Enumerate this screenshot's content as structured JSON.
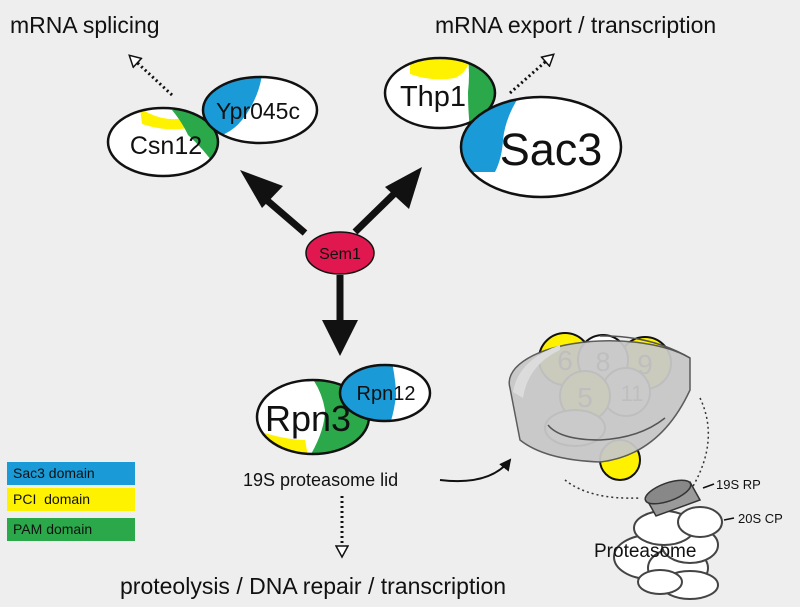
{
  "headings": {
    "splicing": "mRNA splicing",
    "export": "mRNA export / transcription",
    "proteolysis": "proteolysis / DNA repair / transcription"
  },
  "proteins": {
    "csn12": "Csn12",
    "ypr045c": "Ypr045c",
    "thp1": "Thp1",
    "sac3": "Sac3",
    "sem1": "Sem1",
    "rpn3": "Rpn3",
    "rpn12": "Rpn12"
  },
  "lid_label": "19S proteasome lid",
  "proteasome": {
    "label": "Proteasome",
    "rp_label": "19S RP",
    "cp_label": "20S CP",
    "subunits": [
      "6",
      "8",
      "9",
      "5",
      "11"
    ]
  },
  "legend": [
    {
      "label": "Sac3 domain",
      "color": "#1a9ad6"
    },
    {
      "label": "PCI  domain",
      "color": "#fff200"
    },
    {
      "label": "PAM domain",
      "color": "#2aa84a"
    }
  ],
  "colors": {
    "sac3_domain": "#1a9ad6",
    "pci_domain": "#fff200",
    "pam_domain": "#2aa84a",
    "sem1": "#e0184f"
  }
}
